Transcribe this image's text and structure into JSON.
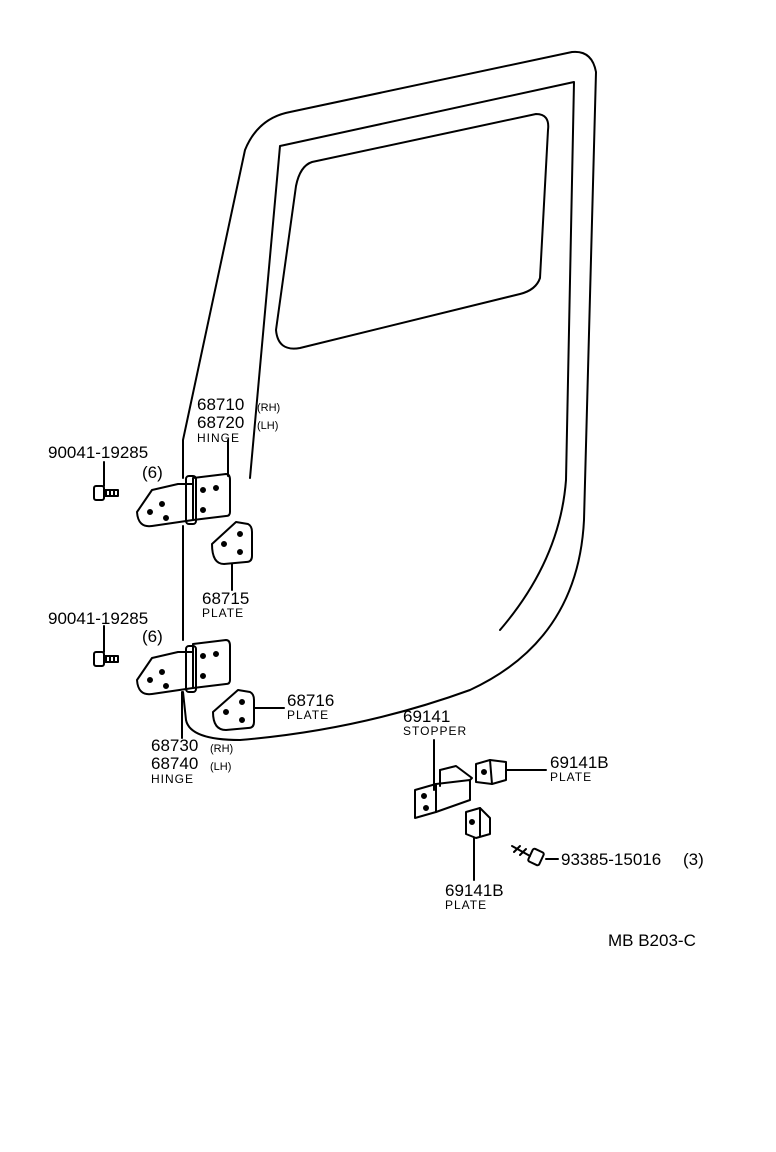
{
  "callouts": {
    "hinge_upper": {
      "rh": "68710",
      "rh_tag": "(RH)",
      "lh": "68720",
      "lh_tag": "(LH)",
      "name": "HINGE"
    },
    "bolt_upper": {
      "part": "90041-19285",
      "qty": "(6)"
    },
    "plate_68715": {
      "part": "68715",
      "name": "PLATE"
    },
    "bolt_lower": {
      "part": "90041-19285",
      "qty": "(6)"
    },
    "plate_68716": {
      "part": "68716",
      "name": "PLATE"
    },
    "hinge_lower": {
      "rh": "68730",
      "rh_tag": "(RH)",
      "lh": "68740",
      "lh_tag": "(LH)",
      "name": "HINGE"
    },
    "stopper": {
      "part": "69141",
      "name": "STOPPER"
    },
    "plate_69141b_right": {
      "part": "69141B",
      "name": "PLATE"
    },
    "screw": {
      "part": "93385-15016",
      "qty": "(3)"
    },
    "plate_69141b_lower": {
      "part": "69141B",
      "name": "PLATE"
    }
  },
  "diagram_code": "MB B203-C"
}
